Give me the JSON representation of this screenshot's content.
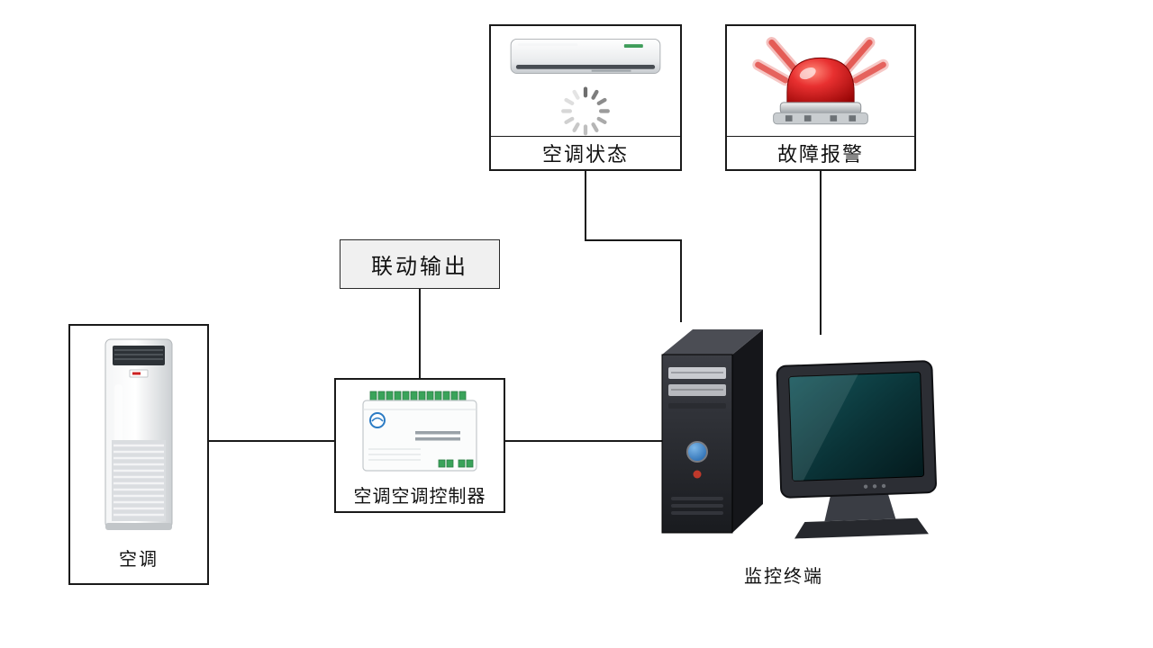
{
  "diagram": {
    "nodes": {
      "ac_status": {
        "label": "空调状态",
        "image": "wall-air-conditioner-with-loading-spinner"
      },
      "fault_alarm": {
        "label": "故障报警",
        "image": "red-alarm-siren"
      },
      "linkage_output": {
        "label": "联动输出"
      },
      "air_conditioner": {
        "label": "空调",
        "image": "floor-standing-air-conditioner"
      },
      "controller": {
        "label": "空调空调控制器",
        "image": "ac-controller-module"
      },
      "terminal": {
        "label": "监控终端",
        "image": "desktop-computer-workstation"
      }
    },
    "colors": {
      "box_border": "#1a1a1a",
      "connector": "#1a1a1a",
      "linkage_fill": "#f0f0f0",
      "alarm_red": "#cc1111",
      "screen_teal": "#0d4043",
      "terminal_green": "#3aa35a"
    }
  }
}
